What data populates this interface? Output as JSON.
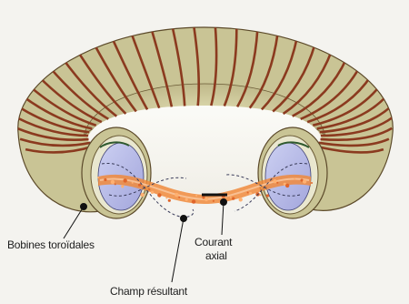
{
  "figure": {
    "labels": {
      "toroidal_coils": "Bobines toroïdales",
      "axial_current_line1": "Courant",
      "axial_current_line2": "axial",
      "resulting_field": "Champ résultant"
    },
    "colors": {
      "background": "#f4f3ef",
      "torus_body": "#c9c495",
      "coil_winding": "#8b3a1f",
      "plasma": "#f08a3c",
      "chamber_interior": "#b7b8e6"
    }
  }
}
